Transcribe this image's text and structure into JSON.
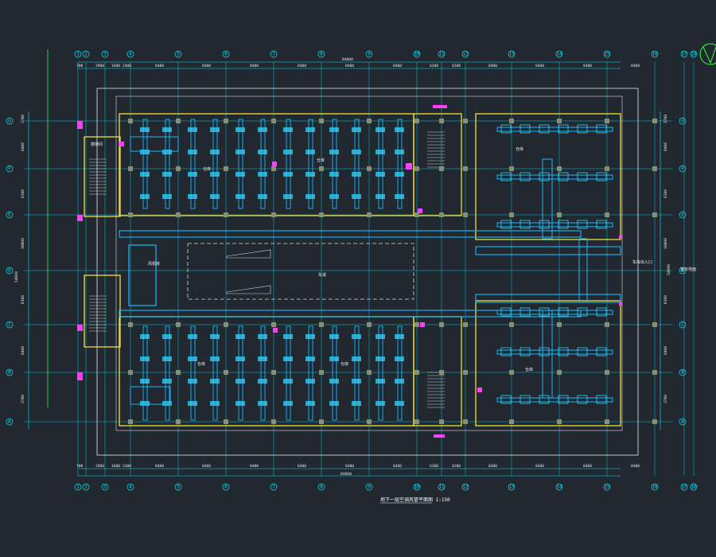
{
  "drawing": {
    "title": "地下一层空调风管平面图 1:150",
    "overall_dimension": "84000",
    "colors": {
      "background": "#212830",
      "axis": "#00e5ff",
      "wall": "#f2e23a",
      "duct": "#18b8ff",
      "fan_coil": "#32d6ff",
      "equipment": "#ff3cff",
      "column": "#8a8f74",
      "dimension": "#e9e9e9",
      "boundary": "#ffffff",
      "north_arrow": "#35ff35"
    }
  },
  "grid": {
    "x_axes": [
      "1",
      "2",
      "3",
      "4",
      "5",
      "6",
      "7",
      "8",
      "9",
      "10",
      "11",
      "12",
      "13",
      "14",
      "15",
      "16",
      "17",
      "18"
    ],
    "y_axes": [
      "A",
      "B",
      "C",
      "D",
      "E",
      "F",
      "G"
    ],
    "top_dims": [
      "700",
      "3900",
      "1600",
      "2400",
      "8400",
      "8400",
      "8400",
      "8400",
      "8400",
      "8400",
      "6200",
      "4200",
      "8400",
      "8400",
      "8400",
      "8400"
    ],
    "bottom_dims": [
      "700",
      "3900",
      "1600",
      "2400",
      "8400",
      "8400",
      "8400",
      "8400",
      "8400",
      "8400",
      "6200",
      "4200",
      "8400",
      "8400",
      "8400",
      "8400"
    ],
    "side_dims": [
      "3700",
      "8400",
      "8100",
      "10800",
      "8100",
      "8400",
      "3700"
    ],
    "side_total": "54600"
  },
  "rooms": {
    "upper_left": "仓库",
    "upper_mid": "仓库",
    "lower_left": "仓库",
    "lower_mid": "仓库",
    "right_upper": "仓库",
    "right_lower": "仓库",
    "courtyard": "车道",
    "left_mid": "风机房",
    "stair": "楼梯间",
    "entrance": "车库出入口",
    "exit": "室外地面"
  }
}
